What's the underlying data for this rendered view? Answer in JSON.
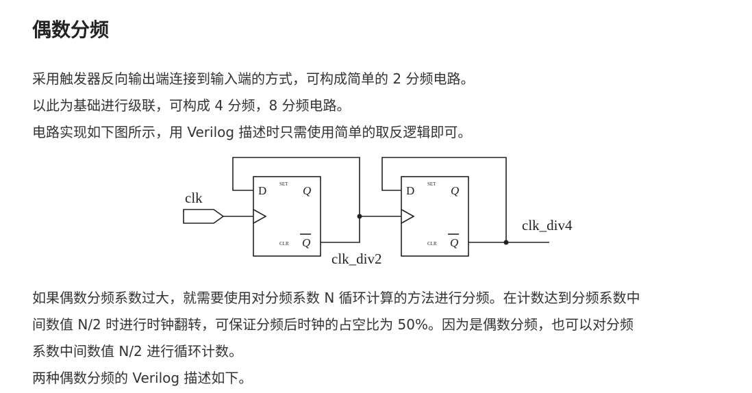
{
  "heading": "偶数分频",
  "intro": [
    "采用触发器反向输出端连接到输入端的方式，可构成简单的 2 分频电路。",
    "以此为基础进行级联，可构成 4 分频，8 分频电路。",
    "电路实现如下图所示，用 Verilog 描述时只需使用简单的取反逻辑即可。"
  ],
  "figure": {
    "input_label": "clk",
    "mid_label": "clk_div2",
    "output_label": "clk_div4",
    "ff1": {
      "d": "D",
      "set": "SET",
      "q": "Q",
      "clr": "CLR",
      "qbar": "Q"
    },
    "ff2": {
      "d": "D",
      "set": "SET",
      "q": "Q",
      "clr": "CLR",
      "qbar": "Q"
    }
  },
  "detail": [
    "如果偶数分频系数过大，就需要使用对分频系数 N 循环计算的方法进行分频。在计数达到分频系数中",
    "间数值 N/2 时进行时钟翻转，可保证分频后时钟的占空比为 50%。因为是偶数分频，也可以对分频",
    "系数中间数值 N/2 进行循环计数。",
    "两种偶数分频的 Verilog 描述如下。"
  ]
}
